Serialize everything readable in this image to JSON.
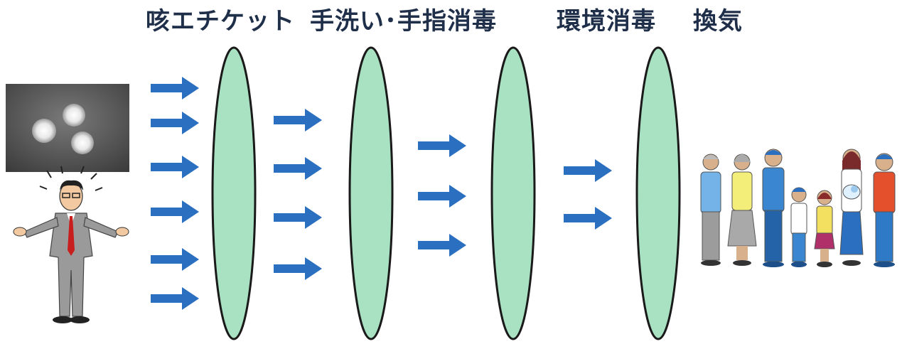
{
  "labels": {
    "cough_etiquette": "咳エチケット",
    "hand_hygiene": "手洗い･手指消毒",
    "environment_disinfection": "環境消毒",
    "ventilation": "換気"
  },
  "colors": {
    "arrow": "#2a6fc0",
    "barrier_fill": "#a9e2c2",
    "barrier_stroke": "#1a1a1a",
    "title_text": "#1f2f4a"
  },
  "stages": [
    {
      "arrows": 6
    },
    {
      "arrows": 4
    },
    {
      "arrows": 3
    },
    {
      "arrows": 2
    }
  ]
}
